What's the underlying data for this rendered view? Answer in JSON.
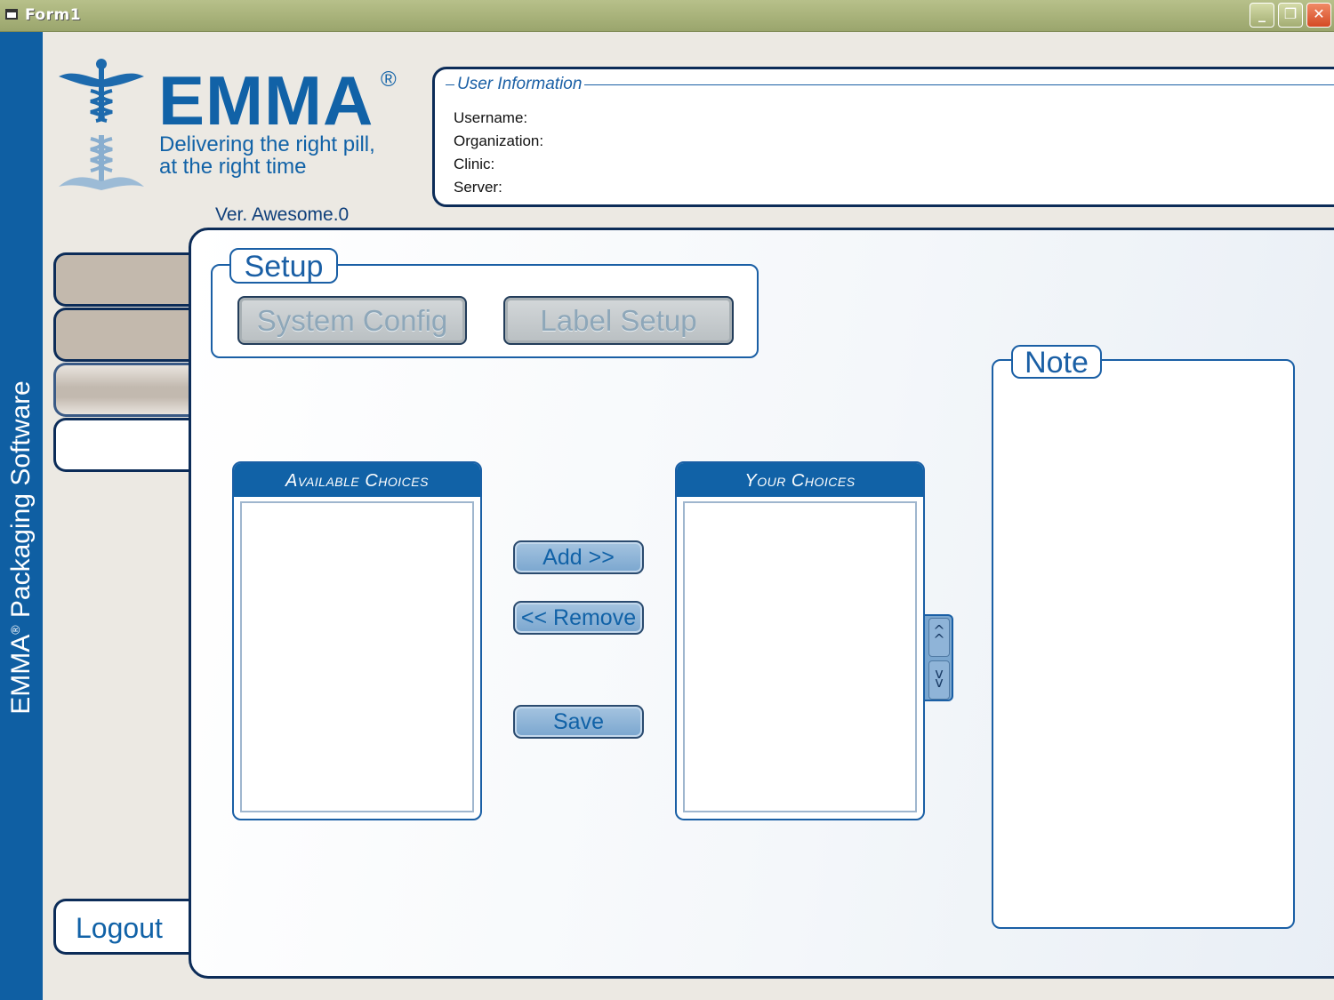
{
  "window": {
    "title": "Form1",
    "buttons": {
      "minimize": "_",
      "maximize": "❐",
      "close": "✕"
    }
  },
  "sideband": {
    "brand": "EMMA",
    "reg_mark": "®",
    "rest": " Packaging Software"
  },
  "logo": {
    "word": "EMMA",
    "reg_mark": "®",
    "tagline_line1": "Delivering the right pill,",
    "tagline_line2": "at the right time",
    "icon": "caduceus-icon"
  },
  "version": "Ver. Awesome.0",
  "user_info": {
    "legend": "User Information",
    "fields": {
      "username": "Username:",
      "organization": "Organization:",
      "clinic": "Clinic:",
      "server": "Server:"
    }
  },
  "setup": {
    "label": "Setup",
    "system_config": "System Config",
    "label_setup": "Label Setup"
  },
  "lists": {
    "available_header": "Available Choices",
    "your_header": "Your Choices"
  },
  "buttons": {
    "add": "Add >>",
    "remove": "<< Remove",
    "save": "Save",
    "move_up": "^\n^",
    "move_down": "v\nv"
  },
  "note": {
    "label": "Note"
  },
  "nav": {
    "logout": "Logout"
  },
  "colors": {
    "accent": "#1162a7",
    "dark_border": "#0c2c58",
    "sideband": "#0f5fa3"
  }
}
